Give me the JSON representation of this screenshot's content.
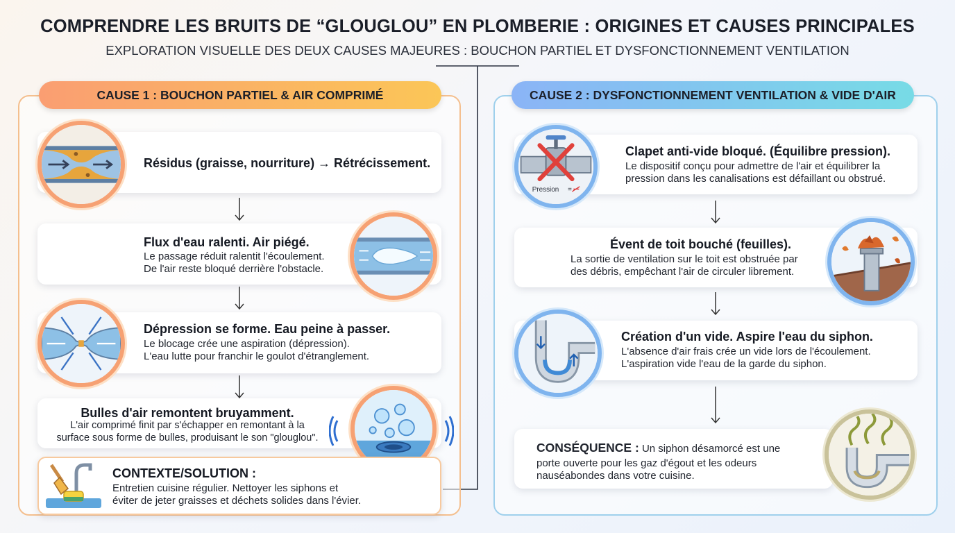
{
  "header": {
    "title": "COMPRENDRE LES BRUITS DE “GLOUGLOU” EN PLOMBERIE : ORIGINES ET CAUSES PRINCIPALES",
    "subtitle": "EXPLORATION VISUELLE DES DEUX CAUSES MAJEURES : BOUCHON PARTIEL ET DYSFONCTIONNEMENT VENTILATION"
  },
  "colors": {
    "left_accent_start": "#fa9e72",
    "left_accent_end": "#fbc657",
    "right_accent_start": "#8bb4f6",
    "right_accent_end": "#77dbe6"
  },
  "left": {
    "heading": "CAUSE 1 : BOUCHON PARTIEL & AIR COMPRIMÉ",
    "steps": [
      {
        "title": "Résidus (graisse, nourriture) → Rétrécissement.",
        "icon": "clogged-pipe-icon"
      },
      {
        "title": "Flux d'eau ralenti. Air piégé.",
        "line1": "Le passage réduit ralentit l'écoulement.",
        "line2": "De l'air reste bloqué derrière l'obstacle.",
        "icon": "trapped-air-pipe-icon"
      },
      {
        "title": "Dépression se forme. Eau peine à passer.",
        "line1": "Le blocage crée une aspiration (dépression).",
        "line2": "L'eau lutte pour franchir le goulot d'étranglement.",
        "icon": "pressure-constriction-icon"
      },
      {
        "title": "Bulles d'air remontent bruyamment.",
        "line1": "L'air comprimé finit par s'échapper en remontant à la",
        "line2": "surface sous forme de bulles, produisant le son \"glouglou\".",
        "icon": "bubbles-drain-icon"
      }
    ],
    "solution": {
      "title": "CONTEXTE/SOLUTION :",
      "line1": "Entretien cuisine régulier. Nettoyer les siphons et",
      "line2": "éviter de jeter graisses et déchets solides dans l'évier.",
      "icon": "cleaning-tools-icon"
    }
  },
  "right": {
    "heading": "CAUSE 2 : DYSFONCTIONNEMENT VENTILATION & VIDE D'AIR",
    "steps": [
      {
        "title": "Clapet anti-vide bloqué. (Équilibre pression).",
        "line1": "Le dispositif conçu pour admettre de l'air et équilibrer la",
        "line2": "pression dans les canalisations est défaillant ou obstrué.",
        "icon": "blocked-valve-icon",
        "icon_label": "Pression"
      },
      {
        "title": "Évent de toit bouché (feuilles).",
        "line1": "La sortie de ventilation sur le toit est obstruée par",
        "line2": "des débris, empêchant l'air de circuler librement.",
        "icon": "roof-vent-leaves-icon"
      },
      {
        "title": "Création d'un vide. Aspire l'eau du siphon.",
        "line1": "L'absence d'air frais crée un vide lors de l'écoulement.",
        "line2": "L'aspiration vide l'eau de la garde du siphon.",
        "icon": "siphon-vacuum-icon"
      }
    ],
    "consequence": {
      "label": "CONSÉQUENCE :",
      "line1": "Un siphon désamorcé est une",
      "line2": "porte ouverte pour les gaz d'égout et les odeurs",
      "line3": "nauséabondes dans votre cuisine.",
      "icon": "sewer-gas-trap-icon"
    }
  }
}
